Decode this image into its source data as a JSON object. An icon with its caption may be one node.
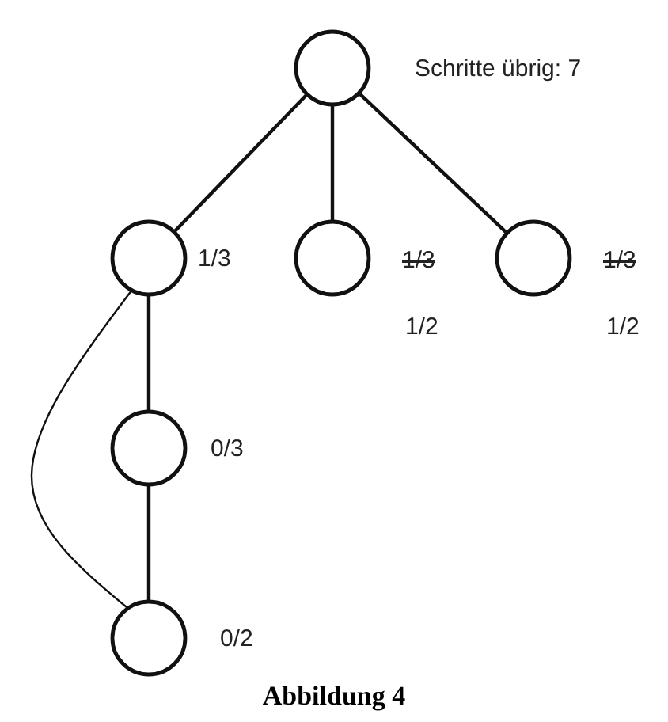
{
  "diagram": {
    "caption": "Abbildung 4",
    "nodes": [
      {
        "text": [],
        "shape": "circle",
        "beside": [
          "Schritte übrig: 7"
        ]
      },
      {
        "text": [],
        "shape": "circle",
        "beside": [
          "1/3"
        ]
      },
      {
        "text": [],
        "shape": "circle",
        "beside": [
          "1/3",
          "1/2"
        ]
      },
      {
        "text": [],
        "shape": "circle",
        "beside": [
          "1/3",
          "1/2"
        ]
      },
      {
        "text": [],
        "shape": "circle",
        "beside": [
          "0/3"
        ]
      },
      {
        "text": [],
        "shape": "circle",
        "beside": [
          "0/2"
        ]
      }
    ],
    "edges": [
      {
        "from": 0,
        "to": 1,
        "arrow": "none"
      },
      {
        "from": 0,
        "to": 2,
        "arrow": "none"
      },
      {
        "from": 0,
        "to": 3,
        "arrow": "none"
      },
      {
        "from": 1,
        "to": 4,
        "arrow": "none"
      },
      {
        "from": 4,
        "to": 5,
        "arrow": "none"
      },
      {
        "from": 1,
        "to": 5,
        "arrow": "none"
      }
    ]
  }
}
